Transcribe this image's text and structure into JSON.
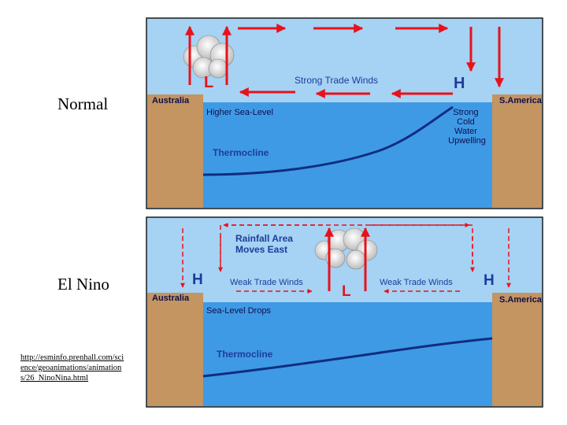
{
  "labels": {
    "normal": "Normal",
    "el_nino": "El Nino"
  },
  "source_url": "http://esminfo.prenhall.com/science/geoanimations/animations/26_NinoNina.html",
  "normal": {
    "australia": "Australia",
    "s_america": "S.America",
    "winds": "Strong Trade Winds",
    "low": "L",
    "high": "H",
    "sea_level": "Higher Sea-Level",
    "thermocline": "Thermocline",
    "upwelling": [
      "Strong",
      "Cold",
      "Water",
      "Upwelling"
    ]
  },
  "el_nino": {
    "australia": "Australia",
    "s_america": "S.America",
    "rainfall": [
      "Rainfall Area",
      "Moves East"
    ],
    "winds_left": "Weak Trade Winds",
    "winds_right": "Weak Trade Winds",
    "low": "L",
    "high_left": "H",
    "high_right": "H",
    "sea_level": "Sea-Level Drops",
    "thermocline": "Thermocline"
  },
  "colors": {
    "sky": "#a6d2f4",
    "ocean": "#3f9ae6",
    "land": "#c49461",
    "arrow": "#e8121a",
    "label_blue": "#1c3d9b",
    "thermocline": "#0f2d82"
  }
}
